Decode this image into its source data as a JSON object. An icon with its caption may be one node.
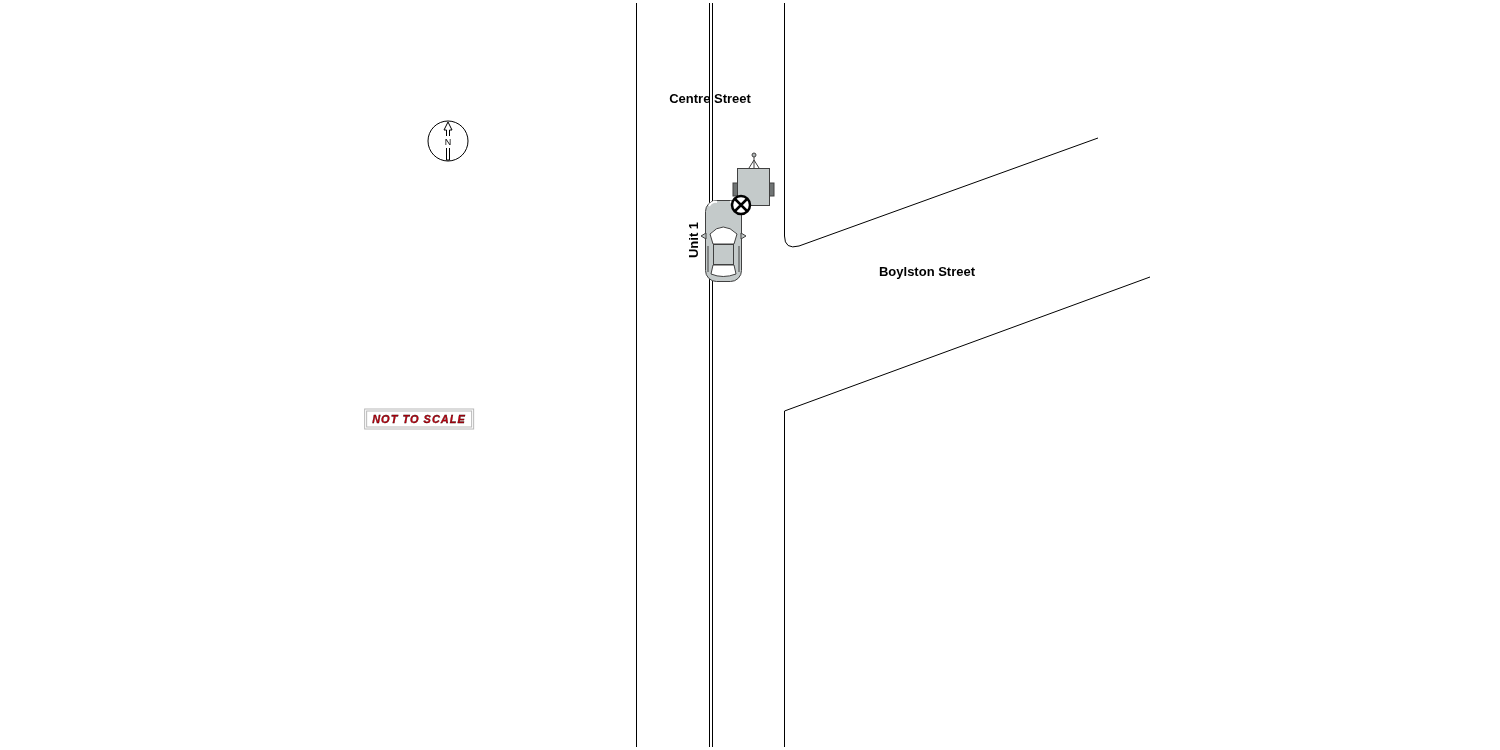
{
  "diagram": {
    "labels": [
      "Centre Street",
      "N",
      "Unit 1",
      "Boylston Street",
      "NOT TO SCALE"
    ]
  }
}
